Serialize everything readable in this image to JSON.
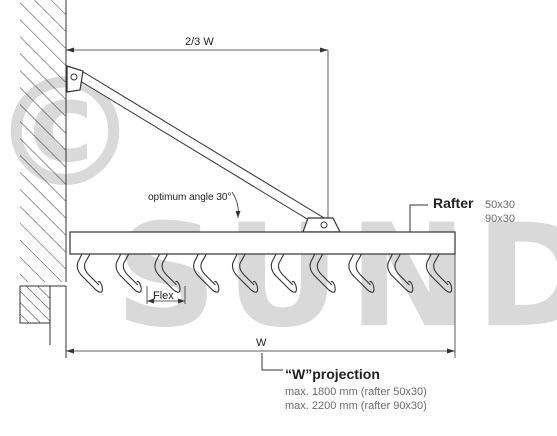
{
  "watermark": {
    "copyright": "©",
    "brand": "SUNDIY"
  },
  "dimensions": {
    "top_width": "2/3 W",
    "bottom_width": "W",
    "hook_spacing": "Flex"
  },
  "labels": {
    "angle": "optimum angle 30°",
    "rafter_title": "Rafter",
    "rafter_size_1": "50x30",
    "rafter_size_2": "90x30"
  },
  "projection": {
    "title": "“W”projection",
    "line_1": "max. 1800 mm (rafter 50x30)",
    "line_2": "max. 2200 mm (rafter 90x30)"
  },
  "colors": {
    "line": "#333333",
    "text": "#222222",
    "watermark": "#d9d9d9"
  }
}
